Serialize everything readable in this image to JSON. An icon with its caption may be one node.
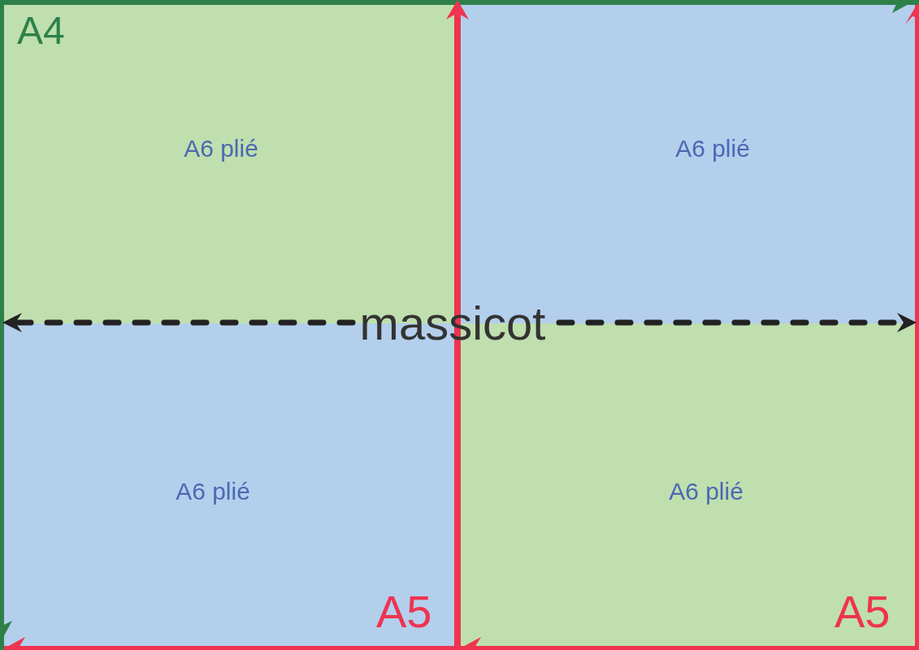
{
  "diagram": {
    "nodes": [
      {
        "text": [
          "A4"
        ]
      },
      {
        "text": [
          "A5"
        ],
        "in": 0
      },
      {
        "text": [
          "A6 plié"
        ],
        "in": 1
      },
      {
        "text": [
          "A6 plié"
        ],
        "in": 1
      },
      {
        "text": [
          "A5"
        ],
        "in": 0
      },
      {
        "text": [
          "A6 plié"
        ],
        "in": 4
      },
      {
        "text": [
          "A6 plié"
        ],
        "in": 4
      }
    ],
    "labels": [
      "massicot"
    ]
  }
}
